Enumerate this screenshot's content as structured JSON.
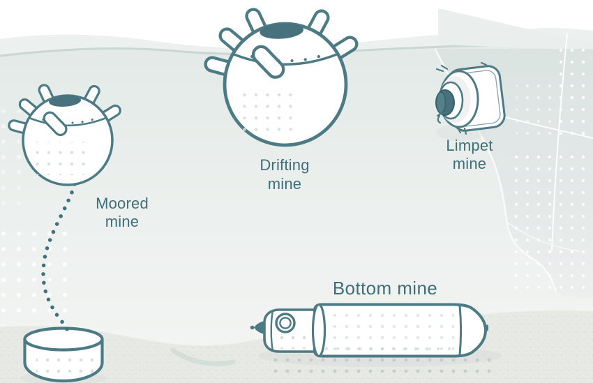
{
  "figure": {
    "type": "illustrated-diagram",
    "subject": "naval mine types in water scene",
    "labels": {
      "moored": {
        "line1": "Moored",
        "line2": "mine"
      },
      "drifting": {
        "line1": "Drifting",
        "line2": "mine"
      },
      "limpet": {
        "line1": "Limpet",
        "line2": "mine"
      },
      "bottom": {
        "label": "Bottom mine"
      }
    },
    "illustrations": [
      "moored-mine",
      "mooring-chain",
      "anchor-weight",
      "drifting-mine",
      "limpet-mine",
      "ship-hull",
      "bottom-mine",
      "waterline",
      "seabed"
    ],
    "colors": {
      "outline_teal": "#4d7b85",
      "accent_dark_teal": "#47727d",
      "label_text": "#3f6e79",
      "water_top": "#e3eae7",
      "water_bottom": "#f2f4f2",
      "waterline_stroke": "#c7d5d0",
      "wave_band": "#e9efec",
      "hull_gray": "#dde4e2",
      "seabed": "#e7e9e5"
    }
  }
}
